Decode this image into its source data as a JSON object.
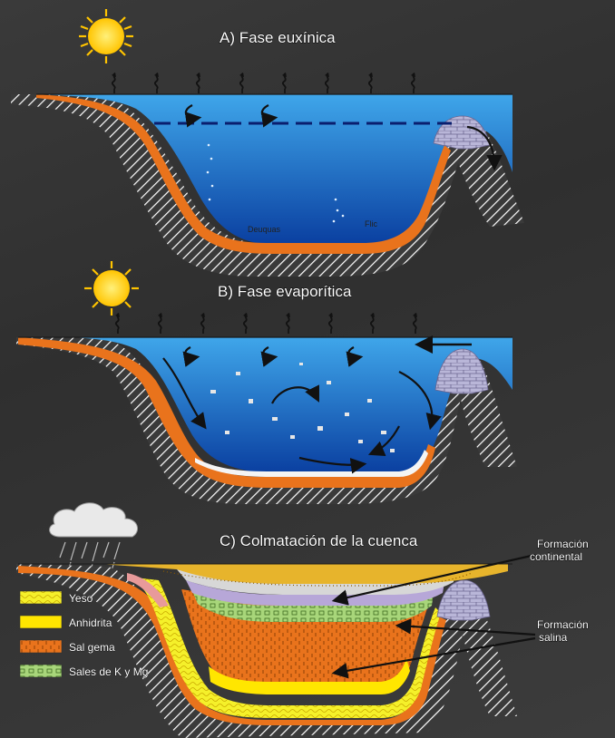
{
  "panels": {
    "a": {
      "title": "A) Fase euxínica",
      "floor_text": "Deuquas",
      "floor_text_2": "Flic"
    },
    "b": {
      "title": "B) Fase evaporítica"
    },
    "c": {
      "title": "C) Colmatación de la cuenca"
    }
  },
  "callouts": {
    "continental": {
      "line1": "Formación",
      "line2": "continental"
    },
    "salina": {
      "line1": "Formación",
      "line2": "salina"
    }
  },
  "legend": [
    {
      "label": "Yeso",
      "color": "#f5f02a",
      "pattern": "wave"
    },
    {
      "label": "Anhidrita",
      "color": "#ffe600",
      "pattern": "solid"
    },
    {
      "label": "Sal gema",
      "color": "#e9731c",
      "pattern": "tick"
    },
    {
      "label": "Sales de K y Mg",
      "color": "#a8d67a",
      "pattern": "box"
    }
  ],
  "colors": {
    "water_top": "#3fa6ea",
    "water_bottom": "#0a3fa0",
    "salt_layer": "#e9731c",
    "rock_hatch": "#ffffff",
    "limestone": "#b9b6d8",
    "sun": "#ffd400",
    "continental": "#e7b42c",
    "gray_layer": "#cfcfcf",
    "lilac_layer": "#b7a7d8",
    "pink_layer": "#e89a9a"
  },
  "icons": [
    "sun-icon",
    "cloud-icon",
    "rain-icon",
    "evaporation-icon",
    "flow-arrow-icon"
  ]
}
